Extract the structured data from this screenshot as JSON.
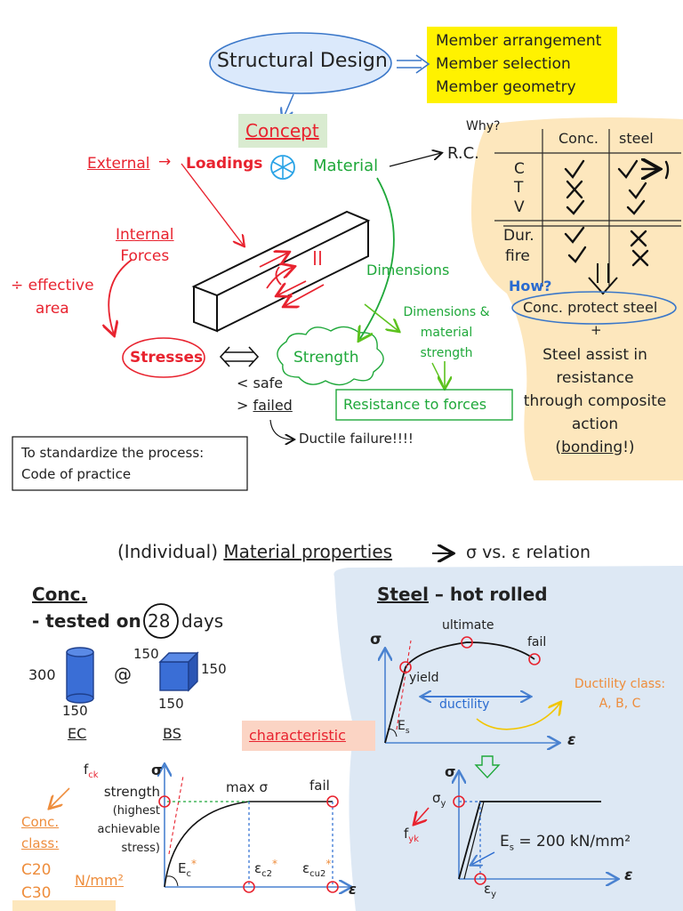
{
  "top": {
    "title": "Structural Design",
    "member_list": [
      "Member arrangement",
      "Member selection",
      "Member geometry"
    ],
    "concept": "Concept",
    "external": "External",
    "loadings": "Loadings",
    "material": "Material",
    "why": "Why?",
    "rc": "R.C.",
    "internal_forces": [
      "Internal",
      "Forces"
    ],
    "effective_area": [
      "÷ effective",
      "area"
    ],
    "stresses": "Stresses",
    "strength": "Strength",
    "dimensions": "Dimensions",
    "dims_material": [
      "Dimensions &",
      "material",
      "strength"
    ],
    "safe": "< safe",
    "failed_prefix": ">",
    "failed": "failed",
    "resistance": "Resistance to forces",
    "ductile_failure": "Ductile failure!!!!",
    "code_box": [
      "To standardize the process:",
      "Code of practice"
    ],
    "table": {
      "headers": [
        "Conc.",
        "steel"
      ],
      "rows": [
        "C",
        "T",
        "V",
        "Dur.",
        "fire"
      ]
    },
    "how": "How?",
    "conc_protect": "Conc. protect steel",
    "plus": "+",
    "steel_assist": [
      "Steel assist in",
      "resistance",
      "through composite",
      "action"
    ],
    "bonding": "bonding",
    "colors": {
      "yellow": "#fff200",
      "peach": "#fde7bd",
      "oval": "#dbe9fb",
      "concept_bg": "#d9ebd0",
      "steel_panel": "#dde8f4"
    }
  },
  "bottom": {
    "heading_prefix": "(Individual)",
    "heading_main": "Material properties",
    "heading_suffix": "σ vs. ε relation",
    "conc_title": "Conc.",
    "tested_prefix": "- tested on",
    "tested_days": "28",
    "tested_suffix": "days",
    "cyl_height": "300",
    "cyl_width": "150",
    "ec": "EC",
    "at": "@",
    "cube_top": "150",
    "cube_right": "150",
    "cube_bottom": "150",
    "bs": "BS",
    "steel_title": "Steel",
    "steel_suffix": "– hot rolled",
    "sigma": "σ",
    "epsilon": "ε",
    "ultimate": "ultimate",
    "yield": "yield",
    "fail": "fail",
    "ductility": "ductility",
    "es": "E",
    "es_sub": "s",
    "ductility_class": [
      "Ductility class:",
      "A, B, C"
    ],
    "characteristic": "characteristic",
    "fck": "f",
    "fck_sub": "ck",
    "strength_note": [
      "strength",
      "(highest",
      "achievable",
      "stress)"
    ],
    "max_sigma": "max σ",
    "conc_class": [
      "Conc.",
      "class:"
    ],
    "c20": "C20",
    "c30": "C30",
    "units": "N/mm²",
    "ec_star": "E",
    "ec_star_sub": "c",
    "ec2": "ε",
    "ec2_sub": "c2",
    "ecu2": "ε",
    "ecu2_sub": "cu2",
    "sigma_y": "σ",
    "sigma_y_sub": "y",
    "fyk": "f",
    "fyk_sub": "yk",
    "es200": "E",
    "es200_sub": "s",
    "es200_value": "= 200 kN/mm²",
    "eps_y": "ε",
    "eps_y_sub": "y"
  }
}
